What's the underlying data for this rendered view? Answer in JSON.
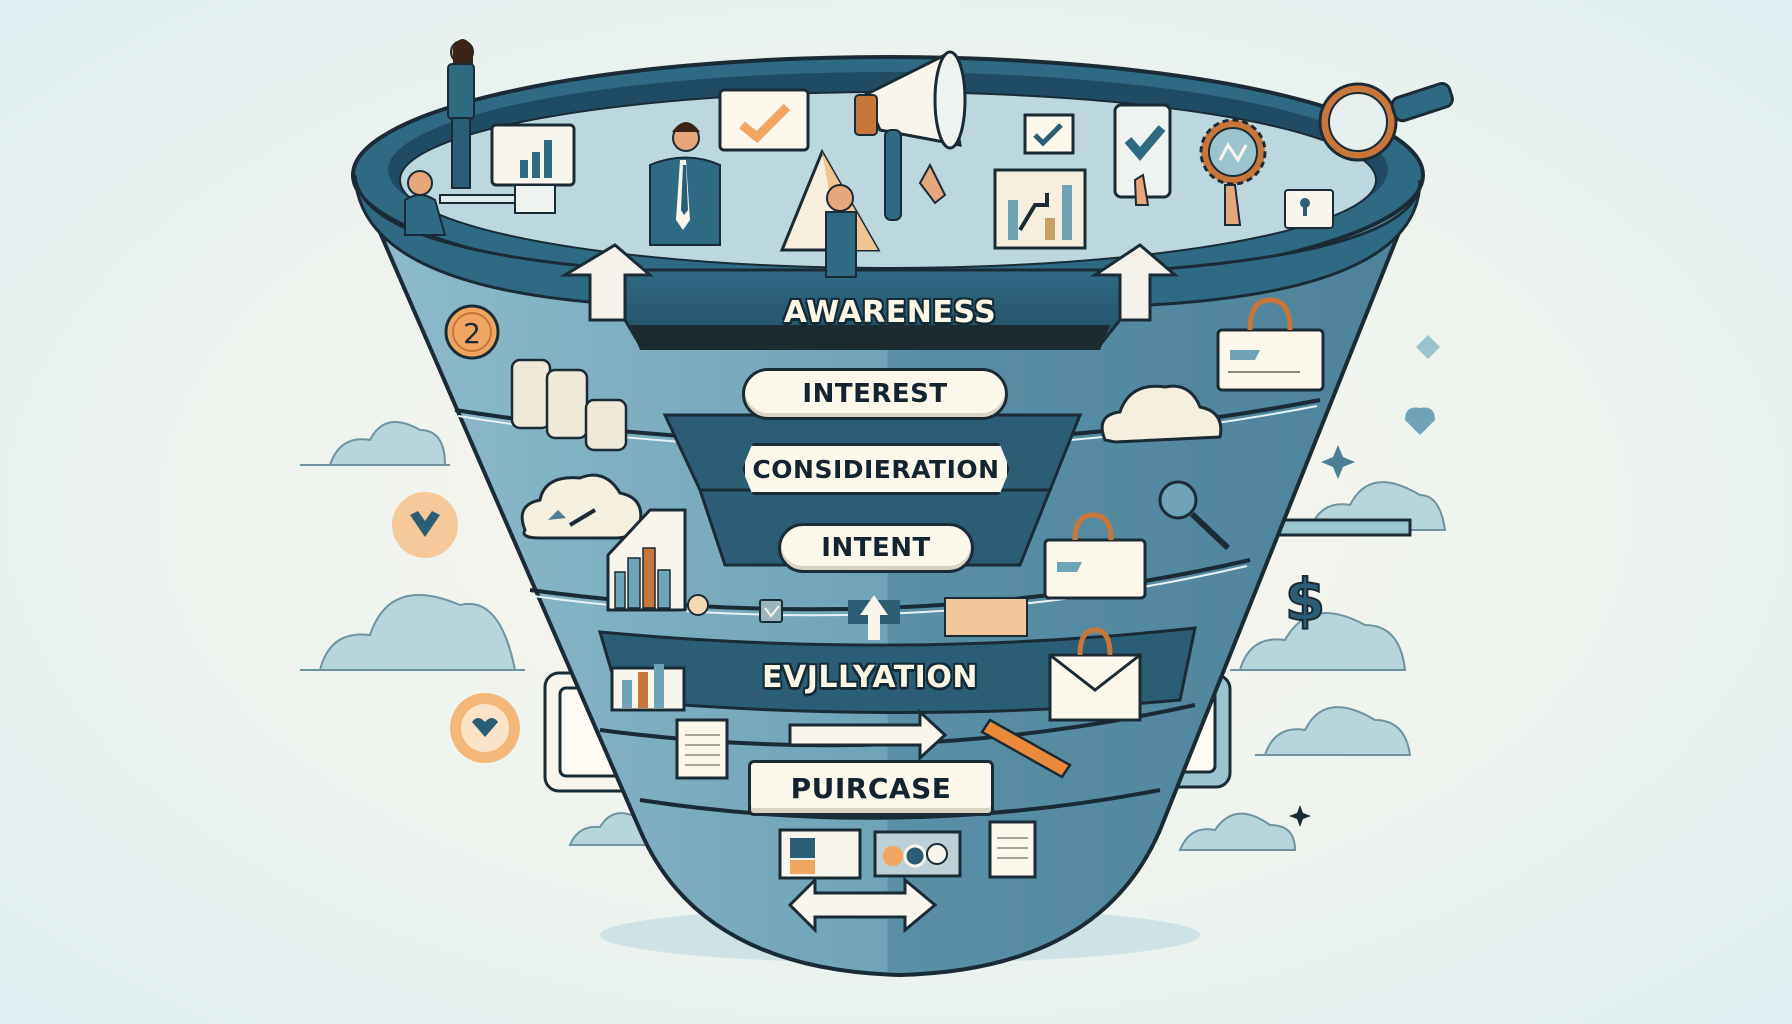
{
  "diagram": {
    "type": "marketing-funnel",
    "stages": [
      {
        "id": "awareness",
        "label": "AWARENESS"
      },
      {
        "id": "interest",
        "label": "INTEREST"
      },
      {
        "id": "consideration",
        "label": "CONSIDIERATION"
      },
      {
        "id": "intent",
        "label": "INTENT"
      },
      {
        "id": "evaluation",
        "label": "EVJLLYATION"
      },
      {
        "id": "purchase",
        "label": "PUIRCASE"
      }
    ],
    "badges": {
      "coin_number": "2",
      "dollar_sign": "$"
    },
    "icons": [
      "person-standing-icon",
      "person-at-desk-icon",
      "monitor-chart-icon",
      "presenter-icon",
      "checkmark-sign-icon",
      "pyramid-icon",
      "megaphone-icon",
      "checklist-chart-icon",
      "phone-check-icon",
      "gear-icon",
      "magnifier-icon",
      "speech-bubble-icon",
      "coin-icon",
      "coin-stack-icon",
      "cloud-icon",
      "briefcase-icon",
      "bar-chart-icon",
      "checkbox-icon",
      "up-arrow-icon",
      "envelope-icon",
      "notepad-icon",
      "pen-icon",
      "double-arrow-icon",
      "dollar-icon",
      "sparkle-icon",
      "heart-badge-icon"
    ],
    "colors": {
      "teal_dark": "#2b5d74",
      "teal_mid": "#5d93a8",
      "teal_light": "#9cc4cf",
      "rim_inner": "#bcd8de",
      "outline": "#1b2b35",
      "cream": "#fbf7ea",
      "orange": "#f0a560",
      "copper": "#c9763a"
    }
  }
}
